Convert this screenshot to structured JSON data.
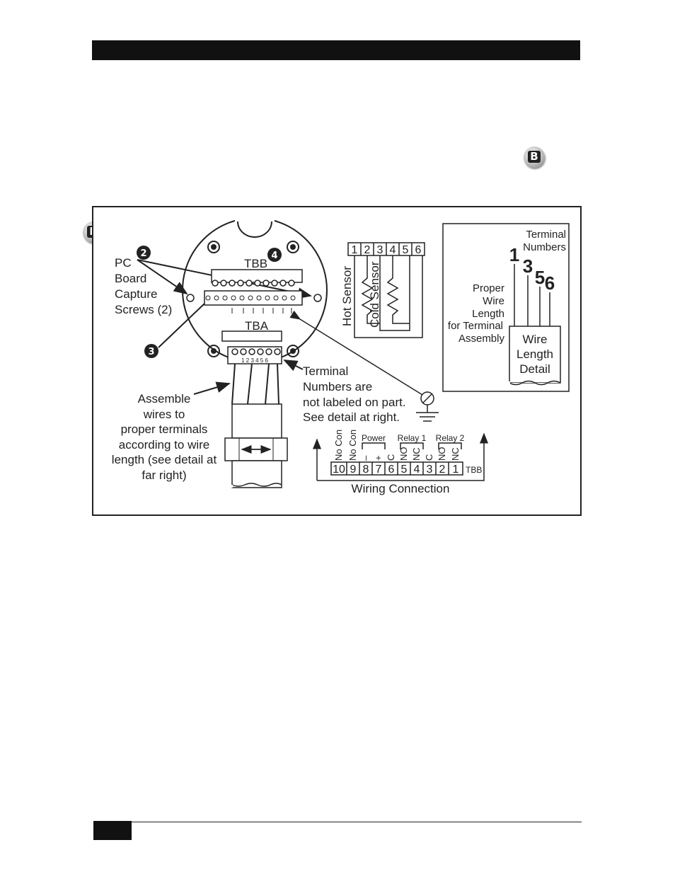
{
  "inline_badge": {
    "letter": "B"
  },
  "figure": {
    "badge_letter": "B",
    "left_labels": {
      "pc_board_lines": [
        "PC",
        "Board",
        "Capture",
        "Screws (2)"
      ],
      "assemble_lines": [
        "Assemble",
        "wires to",
        "proper terminals",
        "according to wire",
        "length (see detail at",
        "far right)"
      ],
      "terminal_note_lines": [
        "Terminal",
        "Numbers are",
        "not labeled on part.",
        "See detail at right."
      ]
    },
    "callouts": {
      "c2": "2",
      "c3": "3",
      "c4": "4"
    },
    "board": {
      "tbb": "TBB",
      "tba": "TBA",
      "tba_small": "1 2 3 4 5 6"
    },
    "sensor": {
      "numbers": [
        "1",
        "2",
        "3",
        "4",
        "5",
        "6"
      ],
      "hot": "Hot Sensor",
      "cold": "Cold Sensor"
    },
    "wire_detail": {
      "terminal_numbers_lines": [
        "Terminal",
        "Numbers"
      ],
      "proper_lines": [
        "Proper",
        "Wire",
        "Length",
        "for Terminal",
        "Assembly"
      ],
      "wire_numbers": [
        "1",
        "3",
        "5",
        "6"
      ],
      "detail_lines": [
        "Wire",
        "Length",
        "Detail"
      ]
    },
    "wiring": {
      "groups": {
        "power": "Power",
        "relay1": "Relay 1",
        "relay2": "Relay 2"
      },
      "vertical": [
        "No Con",
        "No Con",
        "–",
        "+",
        "C",
        "NO",
        "NC",
        "C",
        "NO",
        "NC"
      ],
      "numbers": [
        "10",
        "9",
        "8",
        "7",
        "6",
        "5",
        "4",
        "3",
        "2",
        "1"
      ],
      "tbb": "TBB",
      "caption": "Wiring Connection"
    }
  }
}
